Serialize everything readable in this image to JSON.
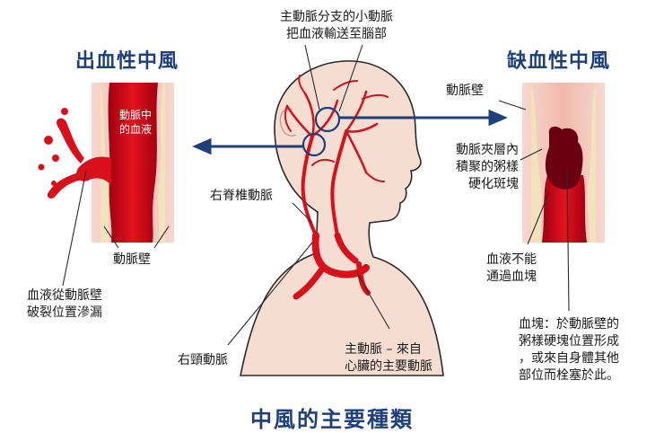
{
  "title": "中風的主要種類",
  "hemorrhagic": {
    "heading": "出血性中風",
    "inner_label": [
      "動脈中",
      "的血液"
    ],
    "wall_label": "動脈壁",
    "leak_label": [
      "血液從動脈壁",
      "破裂位置滲漏"
    ]
  },
  "ischemic": {
    "heading": "缺血性中風",
    "wall_label": "動脈壁",
    "plaque_label": [
      "動脈夾層內",
      "積聚的粥樣",
      "硬化斑塊"
    ],
    "blocked_label": [
      "血液不能",
      "通過血塊"
    ],
    "clot_label": [
      "血塊：於動脈壁的",
      "粥樣硬塊位置形成",
      "，或來自身體其他",
      "部位而栓塞於此。"
    ]
  },
  "head": {
    "small_arteries_label": [
      "主動脈分支的小動脈",
      "把血液輸送至腦部"
    ],
    "vertebral_label": "右脊椎動脈",
    "carotid_label": "右頸動脈",
    "aorta_label": [
      "主動脈 – 來自",
      "心臟的主要動脈"
    ]
  },
  "colors": {
    "heading": "#1f3f7a",
    "blood": "#d8101c",
    "blood_dark": "#a00010",
    "clot": "#6a0010",
    "skin": "#f6ddd2",
    "outline": "#2a2a2a",
    "circle": "#1f3f7a",
    "plaque": "#f1e3bc",
    "wall": "#f2c9bd"
  }
}
